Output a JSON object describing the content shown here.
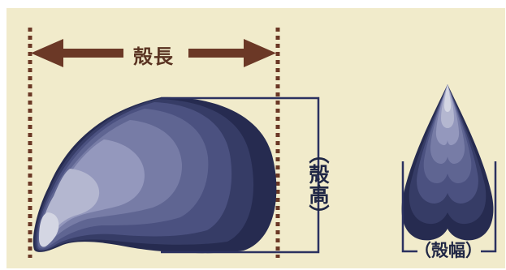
{
  "labels": {
    "length": "殻長",
    "height": "（殻高）",
    "width": "（殻幅）"
  },
  "colors": {
    "background": "#f1ebcb",
    "arrow": "#6b3826",
    "dotted_line": "#6b3826",
    "bracket": "#2b3160",
    "text_dark": "#202745",
    "shell_layers": [
      "#262b50",
      "#363c66",
      "#4b5180",
      "#5f6592",
      "#777ca6",
      "#9498bd",
      "#b4b7d0",
      "#d4d6e3"
    ]
  }
}
